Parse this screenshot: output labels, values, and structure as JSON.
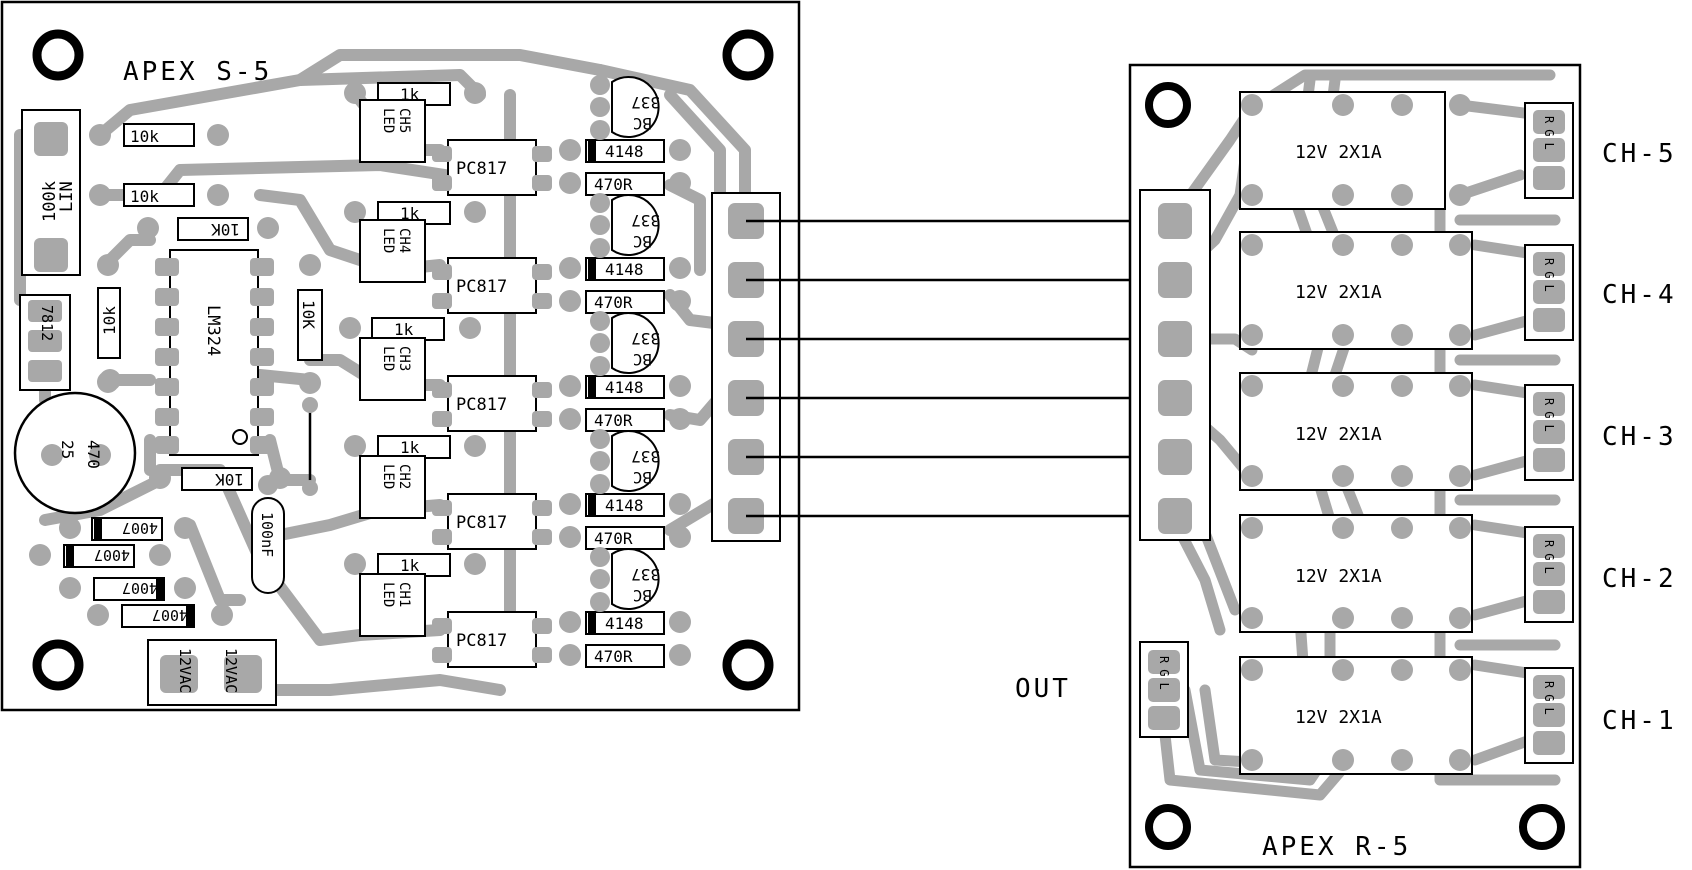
{
  "left_board": {
    "title": "APEX S-5",
    "pot": {
      "label1": "100k",
      "label2": "LIN"
    },
    "regulator": "7812",
    "cap_main": {
      "value": "470",
      "voltage": "25"
    },
    "resistor_10k": "10k",
    "resistor_10K": "10K",
    "ic": "LM324",
    "cap_small": "100nF",
    "diode": "4007",
    "supply_label": "12VAC",
    "led_label": "LED",
    "led_channels": [
      "CH5",
      "CH4",
      "CH3",
      "CH2",
      "CH1"
    ],
    "opto": "PC817",
    "r1k": "1k",
    "d4148": "4148",
    "r470": "470R",
    "transistor": {
      "type": "BC",
      "number": "337"
    }
  },
  "right_board": {
    "title": "APEX R-5",
    "relay_label": "12V 2X1A",
    "rgl": "RGL",
    "out_label": "OUT",
    "channels": [
      "CH-5",
      "CH-4",
      "CH-3",
      "CH-2",
      "CH-1"
    ]
  }
}
